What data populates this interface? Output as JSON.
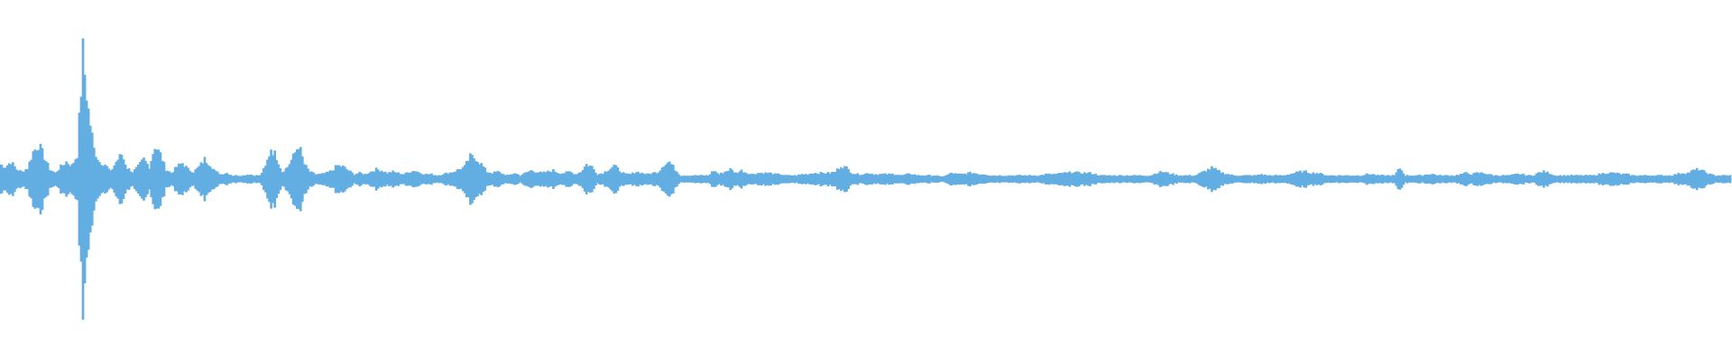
{
  "waveform": {
    "color": "#62aee2",
    "background": "#ffffff",
    "samples": [
      0.12,
      0.1,
      0.14,
      0.08,
      0.06,
      0.09,
      0.22,
      0.28,
      0.18,
      0.08,
      0.05,
      0.1,
      0.14,
      0.11,
      0.2,
      1.0,
      0.55,
      0.24,
      0.14,
      0.12,
      0.06,
      0.14,
      0.2,
      0.09,
      0.06,
      0.1,
      0.16,
      0.1,
      0.27,
      0.2,
      0.08,
      0.05,
      0.1,
      0.13,
      0.08,
      0.06,
      0.1,
      0.16,
      0.12,
      0.06,
      0.04,
      0.05,
      0.03,
      0.03,
      0.03,
      0.04,
      0.03,
      0.03,
      0.1,
      0.25,
      0.18,
      0.06,
      0.1,
      0.18,
      0.28,
      0.12,
      0.06,
      0.04,
      0.04,
      0.05,
      0.07,
      0.11,
      0.1,
      0.07,
      0.04,
      0.05,
      0.04,
      0.06,
      0.08,
      0.07,
      0.05,
      0.06,
      0.05,
      0.04,
      0.06,
      0.07,
      0.05,
      0.04,
      0.04,
      0.03,
      0.04,
      0.05,
      0.06,
      0.08,
      0.1,
      0.18,
      0.17,
      0.12,
      0.06,
      0.05,
      0.06,
      0.04,
      0.03,
      0.05,
      0.03,
      0.05,
      0.07,
      0.06,
      0.05,
      0.06,
      0.07,
      0.05,
      0.05,
      0.06,
      0.04,
      0.06,
      0.12,
      0.1,
      0.04,
      0.05,
      0.08,
      0.11,
      0.07,
      0.04,
      0.04,
      0.06,
      0.05,
      0.04,
      0.05,
      0.06,
      0.12,
      0.14,
      0.08,
      0.03,
      0.03,
      0.03,
      0.03,
      0.03,
      0.03,
      0.07,
      0.04,
      0.06,
      0.08,
      0.05,
      0.07,
      0.05,
      0.04,
      0.05,
      0.05,
      0.05,
      0.04,
      0.04,
      0.03,
      0.03,
      0.03,
      0.04,
      0.04,
      0.05,
      0.05,
      0.05,
      0.05,
      0.06,
      0.11,
      0.09,
      0.05,
      0.04,
      0.04,
      0.05,
      0.04,
      0.04,
      0.04,
      0.04,
      0.04,
      0.03,
      0.04,
      0.04,
      0.03,
      0.03,
      0.03,
      0.03,
      0.02,
      0.03,
      0.05,
      0.04,
      0.04,
      0.05,
      0.05,
      0.04,
      0.04,
      0.03,
      0.03,
      0.03,
      0.03,
      0.03,
      0.03,
      0.03,
      0.03,
      0.03,
      0.03,
      0.04,
      0.04,
      0.04,
      0.05,
      0.05,
      0.06,
      0.05,
      0.05,
      0.05,
      0.04,
      0.03,
      0.03,
      0.03,
      0.03,
      0.03,
      0.03,
      0.03,
      0.03,
      0.03,
      0.03,
      0.05,
      0.06,
      0.05,
      0.04,
      0.03,
      0.03,
      0.03,
      0.03,
      0.05,
      0.07,
      0.09,
      0.07,
      0.05,
      0.04,
      0.03,
      0.03,
      0.03,
      0.03,
      0.03,
      0.04,
      0.03,
      0.03,
      0.03,
      0.03,
      0.04,
      0.05,
      0.06,
      0.06,
      0.05,
      0.05,
      0.04,
      0.03,
      0.03,
      0.03,
      0.03,
      0.03,
      0.03,
      0.03,
      0.04,
      0.04,
      0.03,
      0.03,
      0.03,
      0.03,
      0.09,
      0.03,
      0.03,
      0.03,
      0.03,
      0.04,
      0.04,
      0.03,
      0.03,
      0.03,
      0.03,
      0.04,
      0.05,
      0.04,
      0.05,
      0.05,
      0.04,
      0.03,
      0.03,
      0.03,
      0.03,
      0.04,
      0.04,
      0.03,
      0.03,
      0.05,
      0.06,
      0.05,
      0.03,
      0.03,
      0.03,
      0.03,
      0.03,
      0.03,
      0.03,
      0.03,
      0.04,
      0.05,
      0.05,
      0.05,
      0.04,
      0.04,
      0.03,
      0.03,
      0.03,
      0.03,
      0.03,
      0.03,
      0.03,
      0.03,
      0.04,
      0.05,
      0.05,
      0.07,
      0.08,
      0.06,
      0.04,
      0.03,
      0.03,
      0.03
    ]
  }
}
